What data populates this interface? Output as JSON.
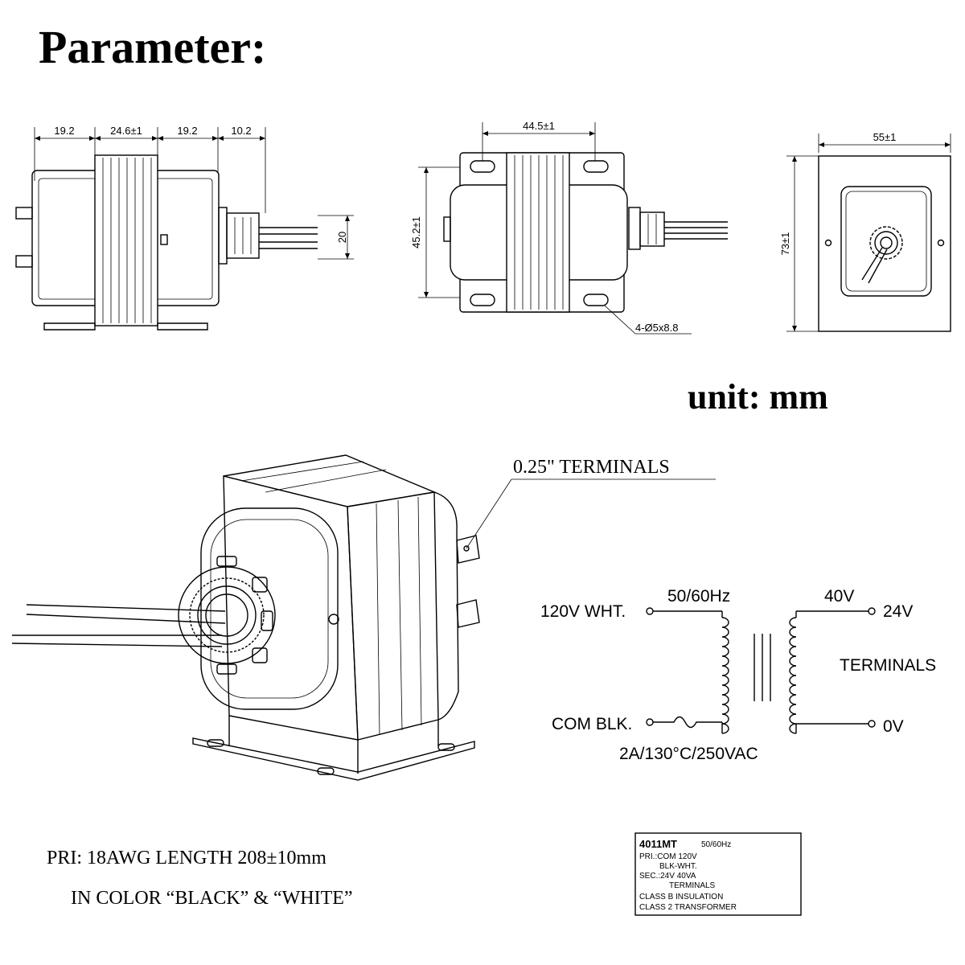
{
  "title": "Parameter:",
  "unit_label": "unit: mm",
  "side_view": {
    "dims": [
      "19.2",
      "24.6±1",
      "19.2",
      "10.2"
    ],
    "lead_spacing": "20"
  },
  "top_view": {
    "width": "44.5±1",
    "height": "45.2±1",
    "holes": "4-Ø5x8.8"
  },
  "front_view": {
    "width": "55±1",
    "height": "73±1"
  },
  "illustration": {
    "terminals_callout": "0.25\" TERMINALS"
  },
  "schematic": {
    "primary_top": "120V WHT.",
    "primary_bottom": "COM BLK.",
    "frequency": "50/60Hz",
    "secondary_voltage": "40V",
    "out_top": "24V",
    "out_bottom": "0V",
    "terminals": "TERMINALS",
    "fuse": "2A/130°C/250VAC"
  },
  "lead_spec": {
    "line1": "PRI: 18AWG LENGTH 208±10mm",
    "line2": "IN COLOR “BLACK” & “WHITE”"
  },
  "nameplate": {
    "model": "4011MT",
    "freq": "50/60Hz",
    "lines": [
      "PRI.:COM  120V",
      "BLK-WHT.",
      "SEC.:24V   40VA",
      "TERMINALS",
      "CLASS B INSULATION",
      "CLASS 2 TRANSFORMER"
    ]
  }
}
